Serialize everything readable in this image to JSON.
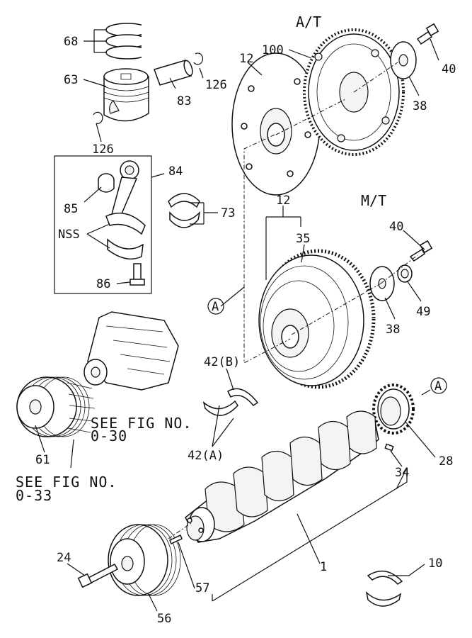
{
  "sections": {
    "at": "A/T",
    "mt": "M/T"
  },
  "markers": {
    "a": "A"
  },
  "refs": {
    "fig030_line1": "SEE FIG NO.",
    "fig030_line2": "0-30",
    "fig033_line1": "SEE FIG NO.",
    "fig033_line2": "0-33"
  },
  "labels": {
    "p68": "68",
    "p63": "63",
    "p126a": "126",
    "p126b": "126",
    "p83": "83",
    "p84": "84",
    "p85": "85",
    "nss": "NSS",
    "p86": "86",
    "p73": "73",
    "p12a": "12",
    "p100": "100",
    "p40a": "40",
    "p38a": "38",
    "p12b": "12",
    "p35": "35",
    "p40b": "40",
    "p38b": "38",
    "p49": "49",
    "p42b": "42(B)",
    "p42a": "42(A)",
    "p61": "61",
    "p28": "28",
    "p34": "34",
    "p24": "24",
    "p57": "57",
    "p1": "1",
    "p56": "56",
    "p10": "10"
  }
}
